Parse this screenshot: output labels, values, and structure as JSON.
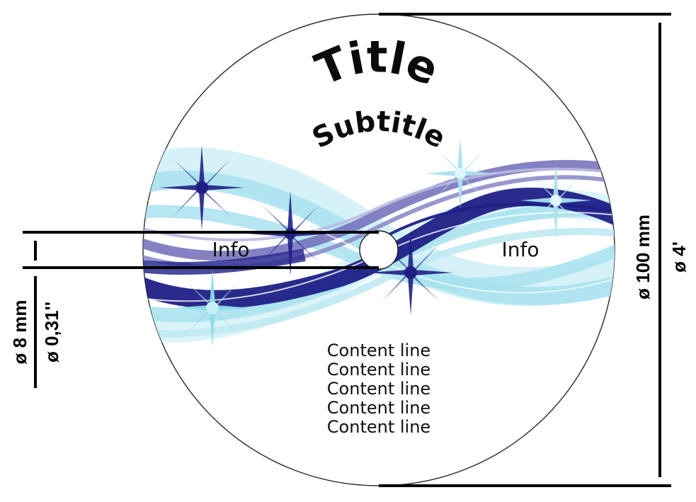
{
  "label": {
    "title": "Title",
    "subtitle": "Subtitle",
    "info_left": "Info",
    "info_right": "Info",
    "content_lines": [
      "Content line",
      "Content line",
      "Content line",
      "Content line",
      "Content line"
    ]
  },
  "dimensions": {
    "outer_metric": "ø 100 mm",
    "outer_imperial": "ø 4'",
    "hole_metric": "ø 8 mm",
    "hole_imperial": "ø 0,31''"
  },
  "colors": {
    "navy": "#1f1f86",
    "mid_blue": "#6e6cb8",
    "light_cyan": "#a8e2ee",
    "pale_cyan": "#d2f1f7",
    "star_cyan": "#c6f0f6"
  }
}
